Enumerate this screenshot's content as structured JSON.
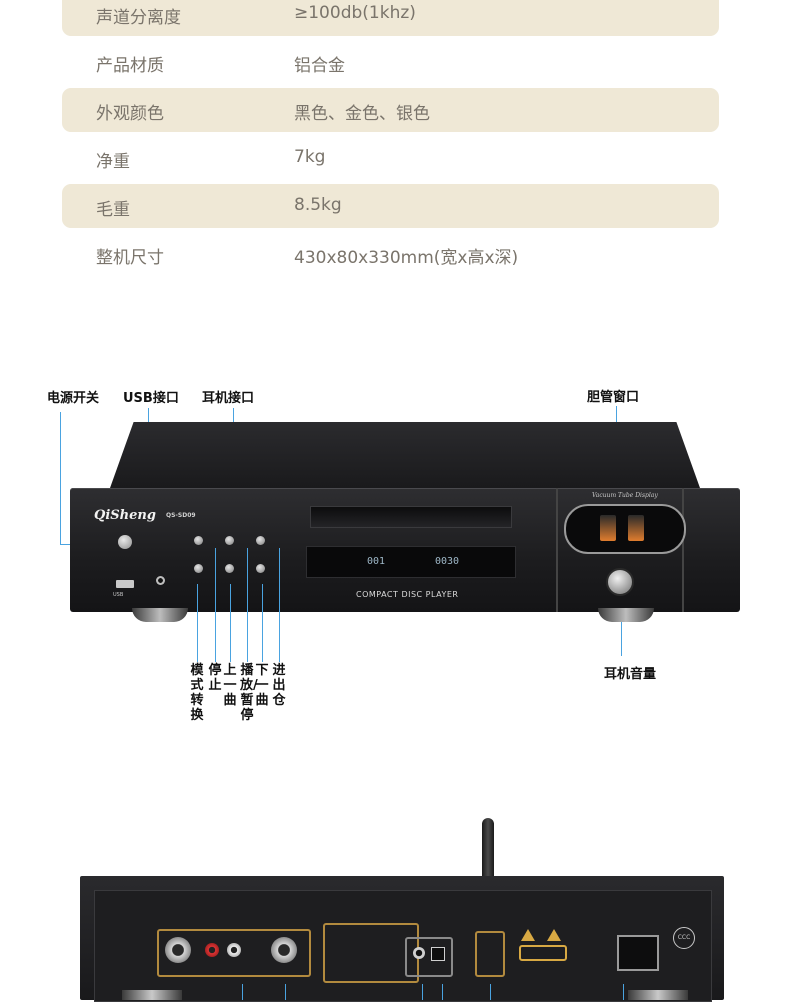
{
  "specs": [
    {
      "key": "声道分离度",
      "value": "≥100db(1khz)",
      "shaded": true
    },
    {
      "key": "产品材质",
      "value": "铝合金",
      "shaded": false
    },
    {
      "key": "外观颜色",
      "value": "黑色、金色、银色",
      "shaded": true
    },
    {
      "key": "净重",
      "value": "7kg",
      "shaded": false
    },
    {
      "key": "毛重",
      "value": "8.5kg",
      "shaded": true
    },
    {
      "key": "整机尺寸",
      "value": "430x80x330mm(宽x高x深)",
      "shaded": false
    }
  ],
  "front_labels": {
    "power_switch": "电源开关",
    "usb_port": "USB接口",
    "headphone_port": "耳机接口",
    "tube_window": "胆管窗口",
    "headphone_volume": "耳机音量"
  },
  "button_labels": {
    "mode": "模式转换",
    "stop": "停止",
    "prev": "上一曲",
    "play_pause": "播放/暂停",
    "next": "下一曲",
    "eject": "进出仓"
  },
  "device": {
    "brand": "QiSheng",
    "model": "QS-SD09",
    "panel_text": "COMPACT DISC PLAYER",
    "display_track": "001",
    "display_time": "0030",
    "window_text": "Vacuum Tube Display",
    "usb_text": "USB",
    "rear_badge": "CCC"
  },
  "colors": {
    "row_shade": "#efe8d6",
    "callout_line": "#4aa3e0",
    "rear_gold": "#b28a3e",
    "tube_glow": "#e07d2e"
  }
}
